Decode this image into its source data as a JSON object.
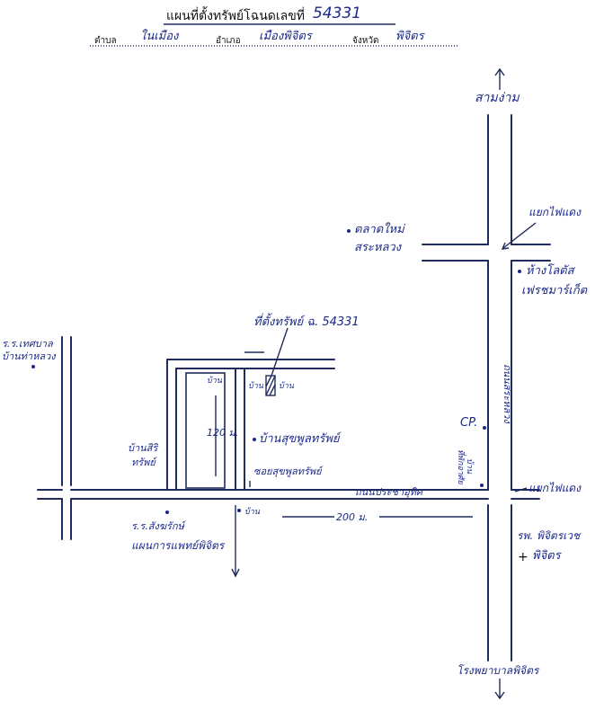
{
  "header": {
    "title_prefix": "แผนที่ตั้งทรัพย์โฉนดเลขที่",
    "deed_number": "54331",
    "tambon_label": "ตำบล",
    "tambon_value": "ในเมือง",
    "amphoe_label": "อำเภอ",
    "amphoe_value": "เมืองพิจิตร",
    "province_label": "จังหวัด",
    "province_value": "พิจิตร"
  },
  "labels": {
    "north_dest": "สามง่าม",
    "south_dest": "โรงพยาบาลพิจิตร",
    "traffic_light_top": "แยกไฟแดง",
    "traffic_light_bottom": "แยกไฟแดง",
    "new_market_1": "ตลาดใหม่",
    "new_market_2": "สระหลวง",
    "tesco_1": "ห้างโลตัส",
    "tesco_2": "เฟรชมาร์เก็ต",
    "property_loc": "ที่ตั้งทรัพย์ ฉ. 54331",
    "house_1": "บ้าน",
    "house_2": "บ้าน",
    "school_left_1": "ร.ร.เทศบาล",
    "school_left_2": "บ้านท่าหลวง",
    "village_sirat_1": "บ้านสิริ",
    "village_sirat_2": "ทรัพย์",
    "distance_120": "120 ม.",
    "village_sukjai": "บ้านสุขพูลทรัพย์",
    "temple_sukjai": "ซอยสุขพูลทรัพย์",
    "cp_label": "CP.",
    "house_right_1": "บ้าน",
    "house_right_2": "ที่พักอาศัย",
    "road_main_vertical": "ถนนสระหลวง",
    "road_horizontal": "ถนนประชาอุทิศ",
    "school_bottom_1": "ร.ร.สังฆรักษ์",
    "school_bottom_2": "แผนการแพทย์พิจิตร",
    "house_bottom": "บ้าน",
    "distance_200": "200 ม.",
    "pharmacy_1": "รพ. พิจิตรเวช",
    "pharmacy_2": "พิจิตร"
  }
}
